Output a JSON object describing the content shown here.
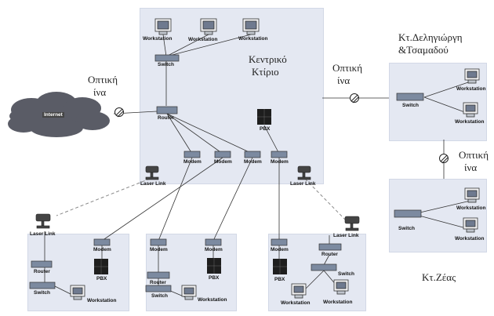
{
  "labels": {
    "central_building_line1": "Κεντρικό",
    "central_building_line2": "Κτίριο",
    "optical_fiber_line1": "Οπτική",
    "optical_fiber_line2": "ίνα",
    "building_deligiorgi_line1": "Κτ.Δεληγιώργη",
    "building_deligiorgi_line2": "&Τσαμαδού",
    "building_zeas": "Κτ.Ζέας",
    "internet": "Internet",
    "workstation": "Workstation",
    "switch": "Switch",
    "router": "Router",
    "pbx": "PBX",
    "modem": "Modem",
    "laser_link": "Laser Link"
  },
  "colors": {
    "panel": "#e4e8f2",
    "cloud": "#5a5c66",
    "device": "#7c8aa0",
    "pbx": "#1e1e1e",
    "line": "#333333",
    "dashed_link": "#888888"
  }
}
